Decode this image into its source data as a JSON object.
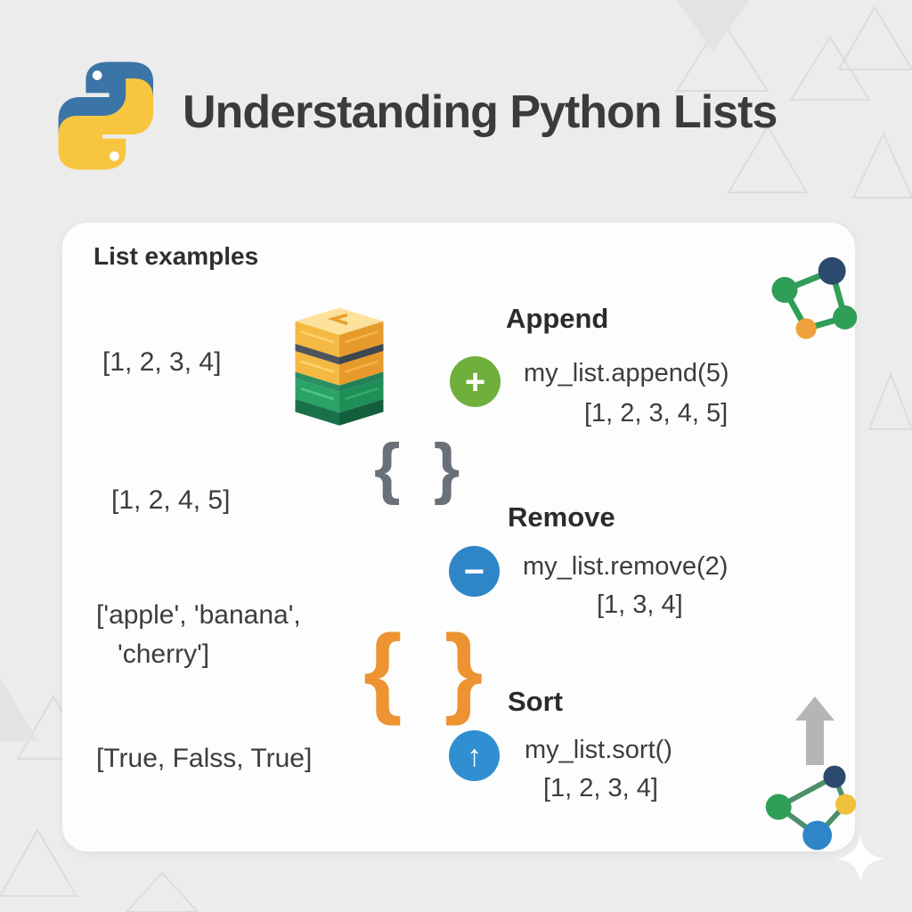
{
  "title": "Understanding Python Lists",
  "card": {
    "heading": "List examples",
    "examples": {
      "numbers1": "[1, 2, 3, 4]",
      "numbers2": "[1, 2, 4, 5]",
      "fruits_line1": "['apple', 'banana',",
      "fruits_line2": "'cherry']",
      "booleans": "[True, Falss, True]"
    },
    "braces_gray": "{ }",
    "braces_orange": "{ }",
    "operations": [
      {
        "name": "Append",
        "glyph": "+",
        "code": "my_list.append(5)",
        "result": "[1, 2, 3, 4, 5]",
        "icon_color": "#6fb03c"
      },
      {
        "name": "Remove",
        "glyph": "−",
        "code": "my_list.remove(2)",
        "result": "[1, 3, 4]",
        "icon_color": "#2f86c7"
      },
      {
        "name": "Sort",
        "glyph": "↑",
        "code": "my_list.sort()",
        "result": "[1, 2, 3, 4]",
        "icon_color": "#2f8fd0"
      }
    ]
  },
  "colors": {
    "background": "#ececec",
    "card": "#fdfdfd",
    "title_text": "#3b3b3b",
    "body_text": "#3d3d3d",
    "brace_gray": "#6a7078",
    "brace_orange": "#ed9331",
    "python_blue": "#3b74a6",
    "python_yellow": "#f7c63e",
    "append_green": "#6fb03c",
    "remove_blue": "#2f86c7",
    "sort_blue": "#2f8fd0",
    "stack_orange": "#f4b942",
    "stack_green": "#2aa368",
    "network_navy": "#2c4a6e",
    "network_green": "#2f9e57",
    "arrow_gray": "#b5b5b5"
  }
}
